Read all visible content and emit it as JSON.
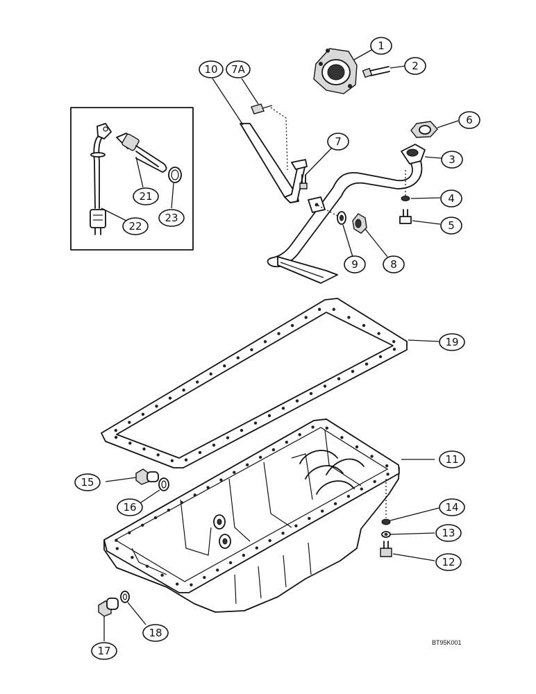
{
  "reference_code": "BT95K001",
  "callouts": [
    {
      "id": "c1",
      "label": "1"
    },
    {
      "id": "c2",
      "label": "2"
    },
    {
      "id": "c3",
      "label": "3"
    },
    {
      "id": "c4",
      "label": "4"
    },
    {
      "id": "c5",
      "label": "5"
    },
    {
      "id": "c6",
      "label": "6"
    },
    {
      "id": "c7",
      "label": "7"
    },
    {
      "id": "c7a",
      "label": "7A"
    },
    {
      "id": "c8",
      "label": "8"
    },
    {
      "id": "c9",
      "label": "9"
    },
    {
      "id": "c10",
      "label": "10"
    },
    {
      "id": "c11",
      "label": "11"
    },
    {
      "id": "c12",
      "label": "12"
    },
    {
      "id": "c13",
      "label": "13"
    },
    {
      "id": "c14",
      "label": "14"
    },
    {
      "id": "c15",
      "label": "15"
    },
    {
      "id": "c16",
      "label": "16"
    },
    {
      "id": "c17",
      "label": "17"
    },
    {
      "id": "c18",
      "label": "18"
    },
    {
      "id": "c19",
      "label": "19"
    },
    {
      "id": "c21",
      "label": "21"
    },
    {
      "id": "c22",
      "label": "22"
    },
    {
      "id": "c23",
      "label": "23"
    }
  ]
}
